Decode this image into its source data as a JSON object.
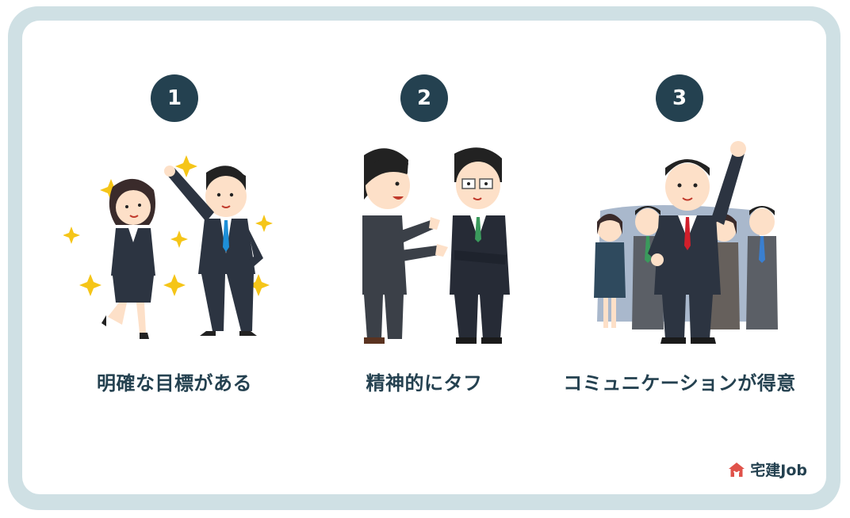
{
  "colors": {
    "frame": "#cfe0e4",
    "panel": "#ffffff",
    "badge": "#244150",
    "text": "#244150",
    "logo_accent": "#e0524a"
  },
  "items": [
    {
      "number": "1",
      "caption": "明確な目標がある",
      "illustration": "businesspeople-pointing-with-sparkles"
    },
    {
      "number": "2",
      "caption": "精神的にタフ",
      "illustration": "two-businessmen-talking"
    },
    {
      "number": "3",
      "caption": "コミュニケーションが得意",
      "illustration": "leader-raising-fist-with-team"
    }
  ],
  "logo": {
    "icon": "house-icon",
    "text": "宅建Job"
  }
}
